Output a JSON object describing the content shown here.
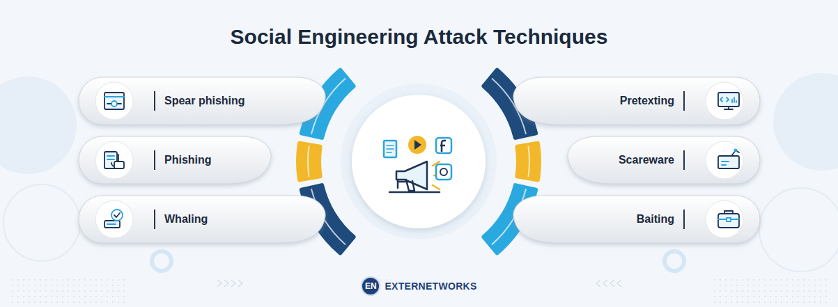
{
  "diagram": {
    "title": "Social Engineering Attack Techniques",
    "nodes": [
      {
        "text": [
          "Spear phishing"
        ]
      },
      {
        "text": [
          "Phishing"
        ]
      },
      {
        "text": [
          "Whaling"
        ]
      },
      {
        "text": [
          "Pretexting"
        ]
      },
      {
        "text": [
          "Scareware"
        ]
      },
      {
        "text": [
          "Baiting"
        ]
      }
    ],
    "labels": [
      "EN",
      "EXTERNETWORKS"
    ]
  }
}
